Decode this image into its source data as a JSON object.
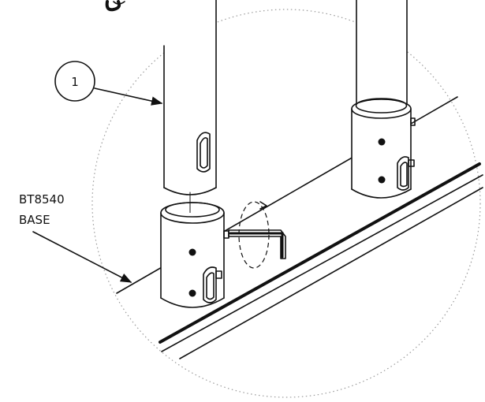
{
  "callout": {
    "number": "1"
  },
  "labels": {
    "line1": "BT8540",
    "line2": "BASE"
  }
}
